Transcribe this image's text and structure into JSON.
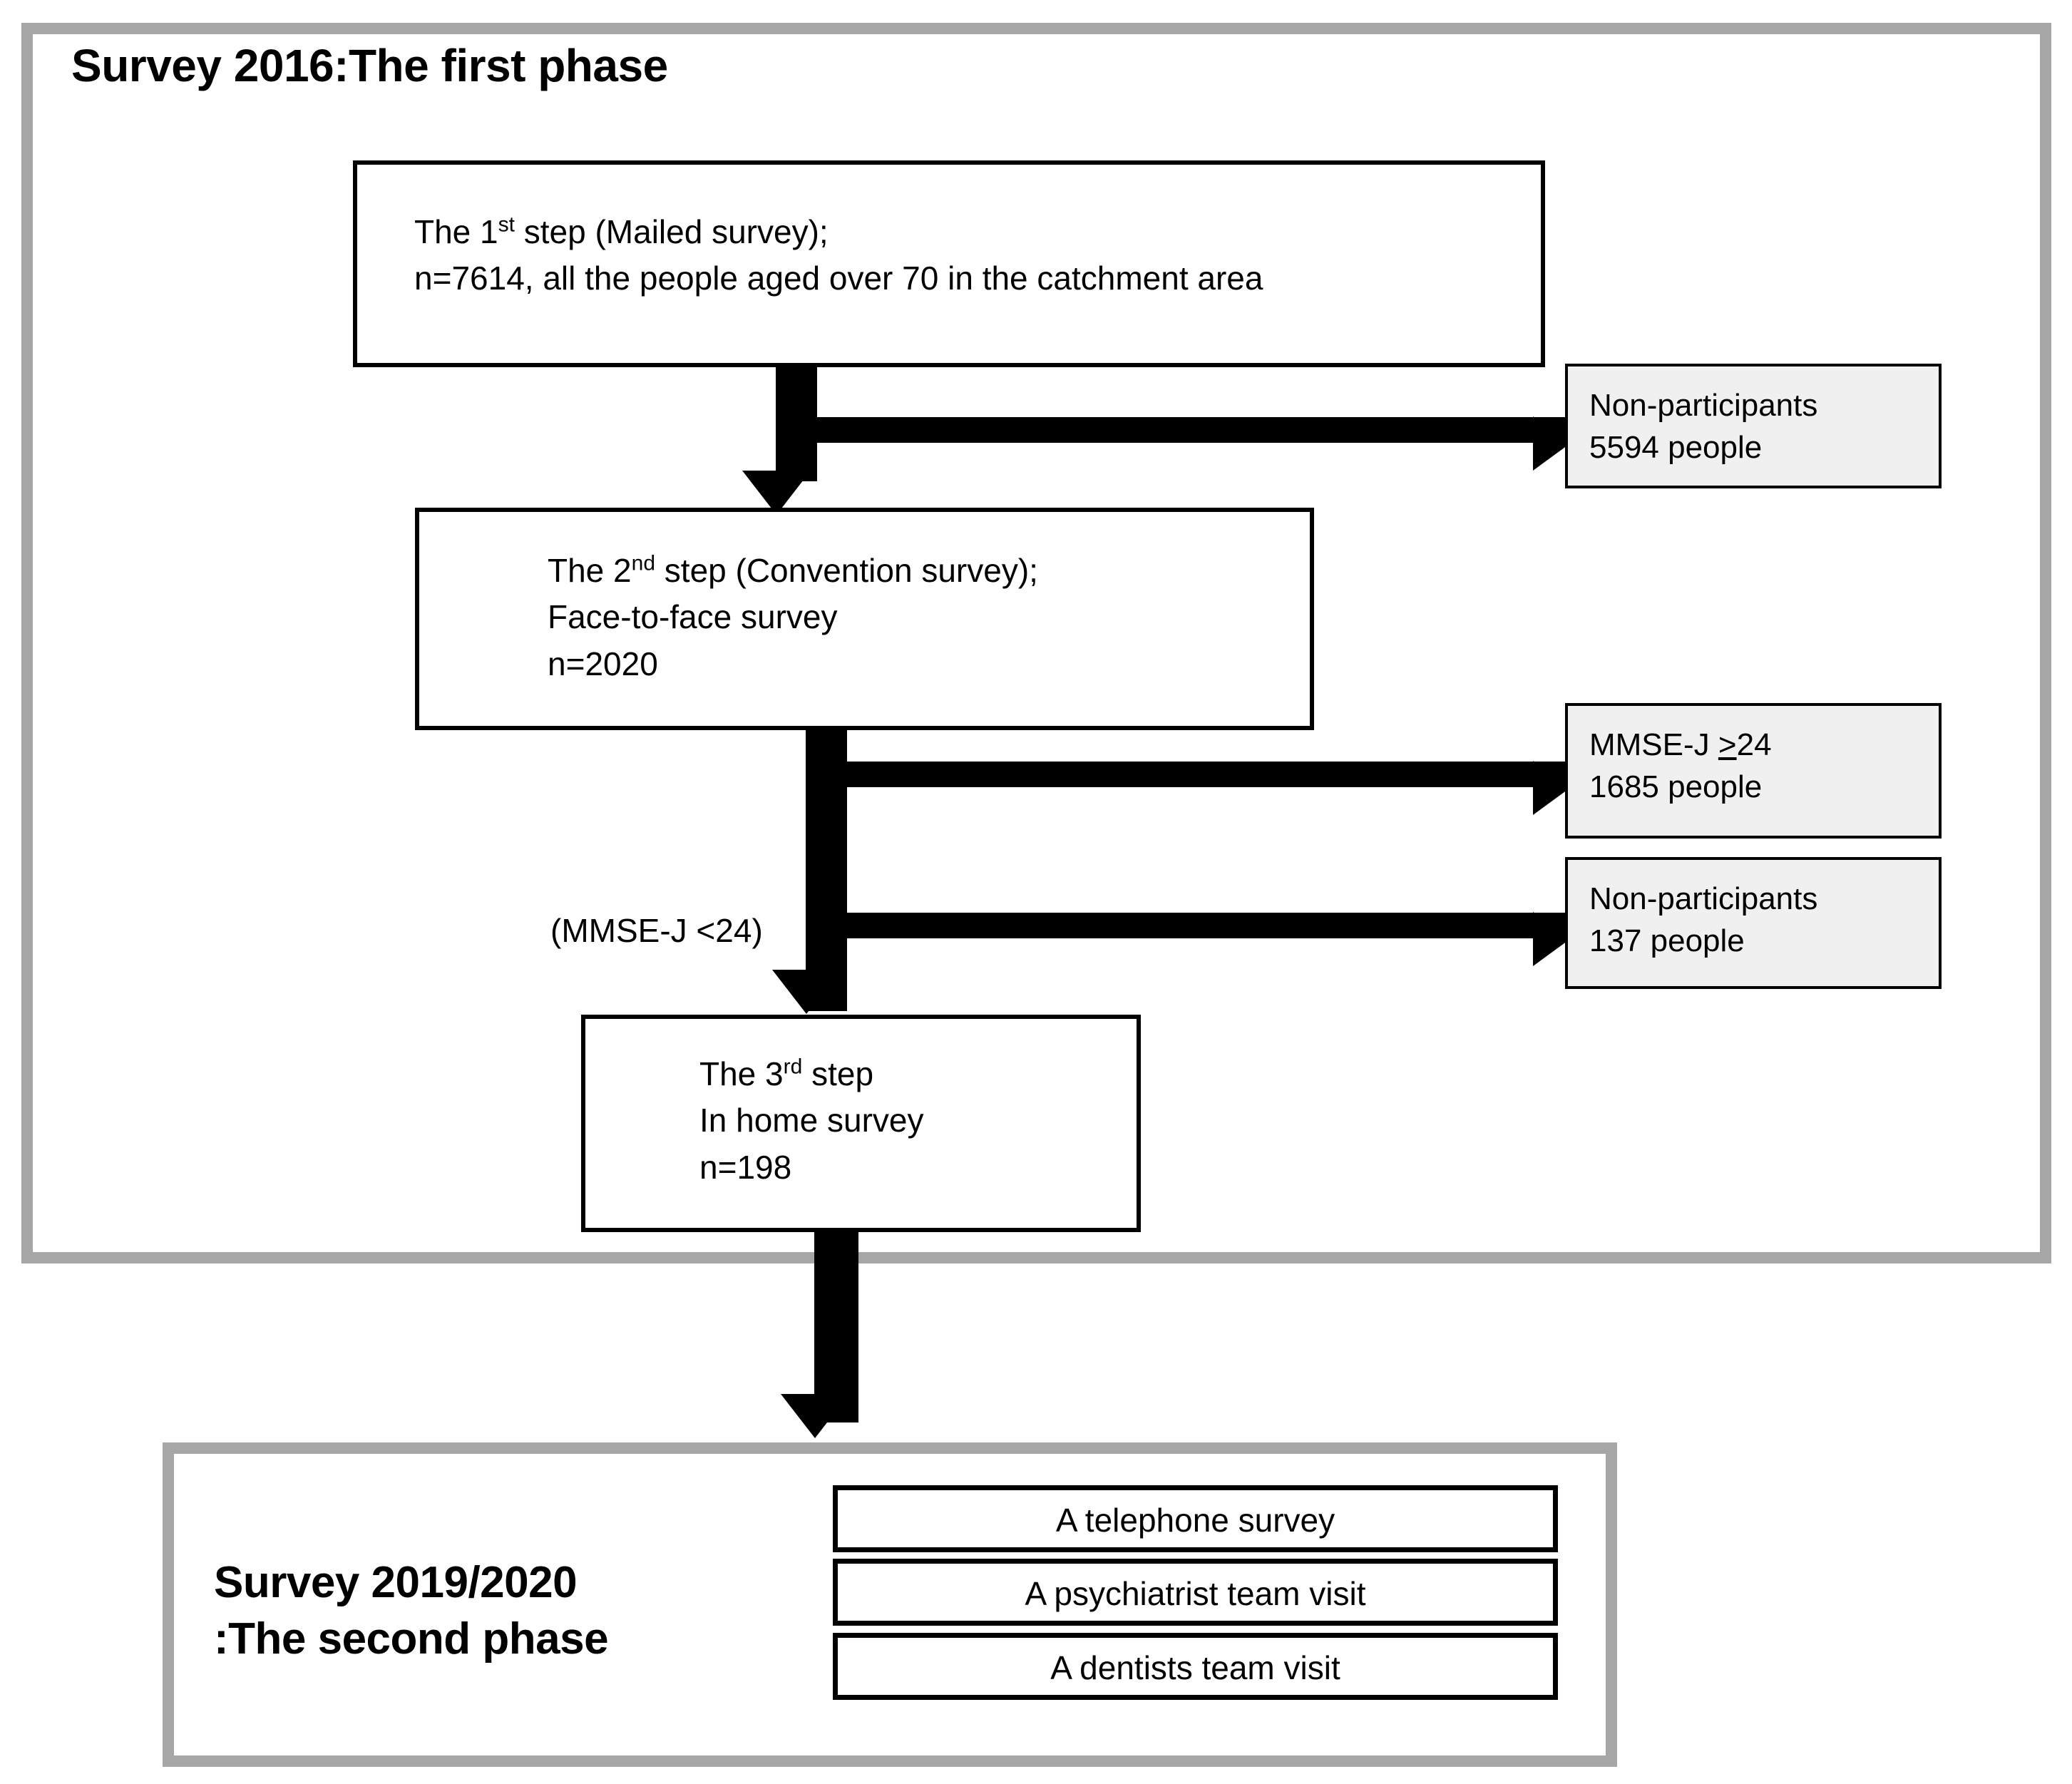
{
  "phase1": {
    "title": "Survey 2016:The first phase",
    "step1": {
      "line1_pre": "The 1",
      "line1_sup": "st",
      "line1_post": " step  (Mailed survey);",
      "line2": "n=7614, all the people aged over 70 in the catchment area"
    },
    "step2": {
      "line1_pre": "The 2",
      "line1_sup": "nd",
      "line1_post": " step (Convention survey);",
      "line2": "Face-to-face survey",
      "line3": "n=2020"
    },
    "step3": {
      "line1_pre": "The 3",
      "line1_sup": "rd",
      "line1_post": " step",
      "line2": "In home survey",
      "line3": "n=198"
    },
    "exclusions": [
      {
        "label": "Non-participants",
        "count": "5594 people"
      },
      {
        "label_pre": "MMSE-J ",
        "ge": ">",
        "label_post": "24",
        "count": "1685 people"
      },
      {
        "label": "Non-participants",
        "count": "137 people"
      }
    ],
    "branch_label": "(MMSE-J <24)"
  },
  "phase2": {
    "title": "Survey 2019/2020\n:The second phase",
    "items": [
      "A telephone survey",
      "A psychiatrist team visit",
      "A dentists team visit"
    ]
  },
  "colors": {
    "frame_gray": "#a6a6a6",
    "box_fill_gray": "#f0f0f0",
    "stroke": "#000000",
    "background": "#ffffff"
  }
}
